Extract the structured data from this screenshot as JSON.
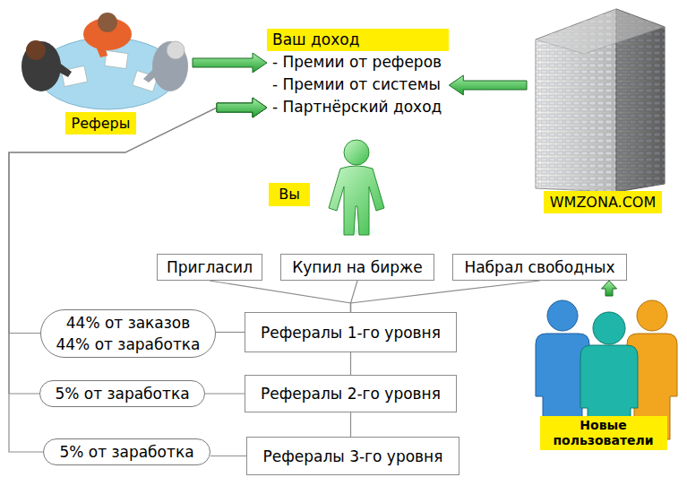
{
  "diagram": {
    "nodes": [
      {
        "text": [
          "Реферы"
        ]
      },
      {
        "text": [
          "Ваш доход",
          "- Премии от реферов",
          "- Премии от системы",
          "- Партнёрский доход"
        ]
      },
      {
        "text": [
          "Вы"
        ]
      },
      {
        "text": [
          "WMZONA.COM"
        ]
      },
      {
        "text": [
          "Пригласил"
        ]
      },
      {
        "text": [
          "Купил на бирже"
        ]
      },
      {
        "text": [
          "Набрал свободных"
        ]
      },
      {
        "text": [
          "44% от заказов",
          "44% от заработка"
        ]
      },
      {
        "text": [
          "Рефералы 1-го уровня"
        ]
      },
      {
        "text": [
          "5% от заработка"
        ]
      },
      {
        "text": [
          "Рефералы 2-го уровня"
        ]
      },
      {
        "text": [
          "5% от заработка"
        ]
      },
      {
        "text": [
          "Рефералы 3-го уровня"
        ]
      },
      {
        "text": [
          "Новые пользователи"
        ]
      }
    ],
    "edges": [
      {
        "from": 0,
        "to": 1,
        "arrow": "to"
      },
      {
        "from": 3,
        "to": 1,
        "arrow": "to"
      },
      {
        "from": 7,
        "to": 1,
        "arrow": "to"
      },
      {
        "from": 9,
        "to": 1,
        "arrow": "to"
      },
      {
        "from": 11,
        "to": 1,
        "arrow": "to"
      },
      {
        "from": 4,
        "to": 8,
        "arrow": "none"
      },
      {
        "from": 5,
        "to": 8,
        "arrow": "none"
      },
      {
        "from": 6,
        "to": 8,
        "arrow": "none"
      },
      {
        "from": 7,
        "to": 8,
        "arrow": "none"
      },
      {
        "from": 8,
        "to": 10,
        "arrow": "none"
      },
      {
        "from": 9,
        "to": 10,
        "arrow": "none"
      },
      {
        "from": 10,
        "to": 12,
        "arrow": "none"
      },
      {
        "from": 11,
        "to": 12,
        "arrow": "none"
      },
      {
        "from": 13,
        "to": 6,
        "arrow": "to"
      }
    ]
  }
}
